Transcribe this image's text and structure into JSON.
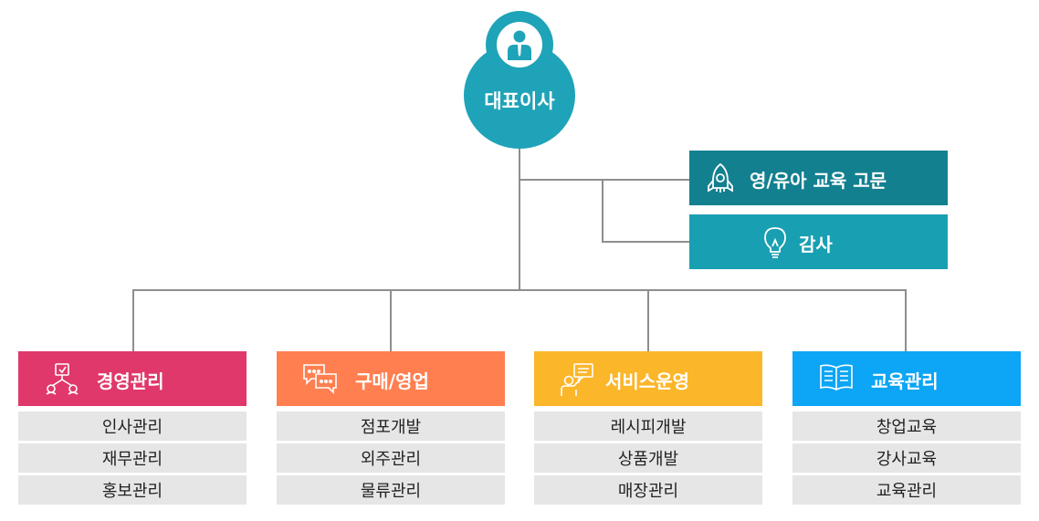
{
  "ceo": {
    "label": "대표이사",
    "icon": "person-icon",
    "color": "#1fa3b8"
  },
  "advisors": [
    {
      "label": "영/유아 교육 고문",
      "icon": "rocket-icon",
      "color": "#138090"
    },
    {
      "label": "감사",
      "icon": "lightbulb-icon",
      "color": "#199fb2"
    }
  ],
  "departments": [
    {
      "label": "경영관리",
      "icon": "network-icon",
      "color": "#e0386a",
      "items": [
        "인사관리",
        "재무관리",
        "홍보관리"
      ]
    },
    {
      "label": "구매/영업",
      "icon": "chat-icon",
      "color": "#ff7f50",
      "items": [
        "점포개발",
        "외주관리",
        "물류관리"
      ]
    },
    {
      "label": "서비스운영",
      "icon": "presenter-icon",
      "color": "#fbb62a",
      "items": [
        "레시피개발",
        "상품개발",
        "매장관리"
      ]
    },
    {
      "label": "교육관리",
      "icon": "book-icon",
      "color": "#0da5f5",
      "items": [
        "창업교육",
        "강사교육",
        "교육관리"
      ]
    }
  ],
  "line_color": "#8e8e8e",
  "sub_item_bg": "#e6e6e6"
}
